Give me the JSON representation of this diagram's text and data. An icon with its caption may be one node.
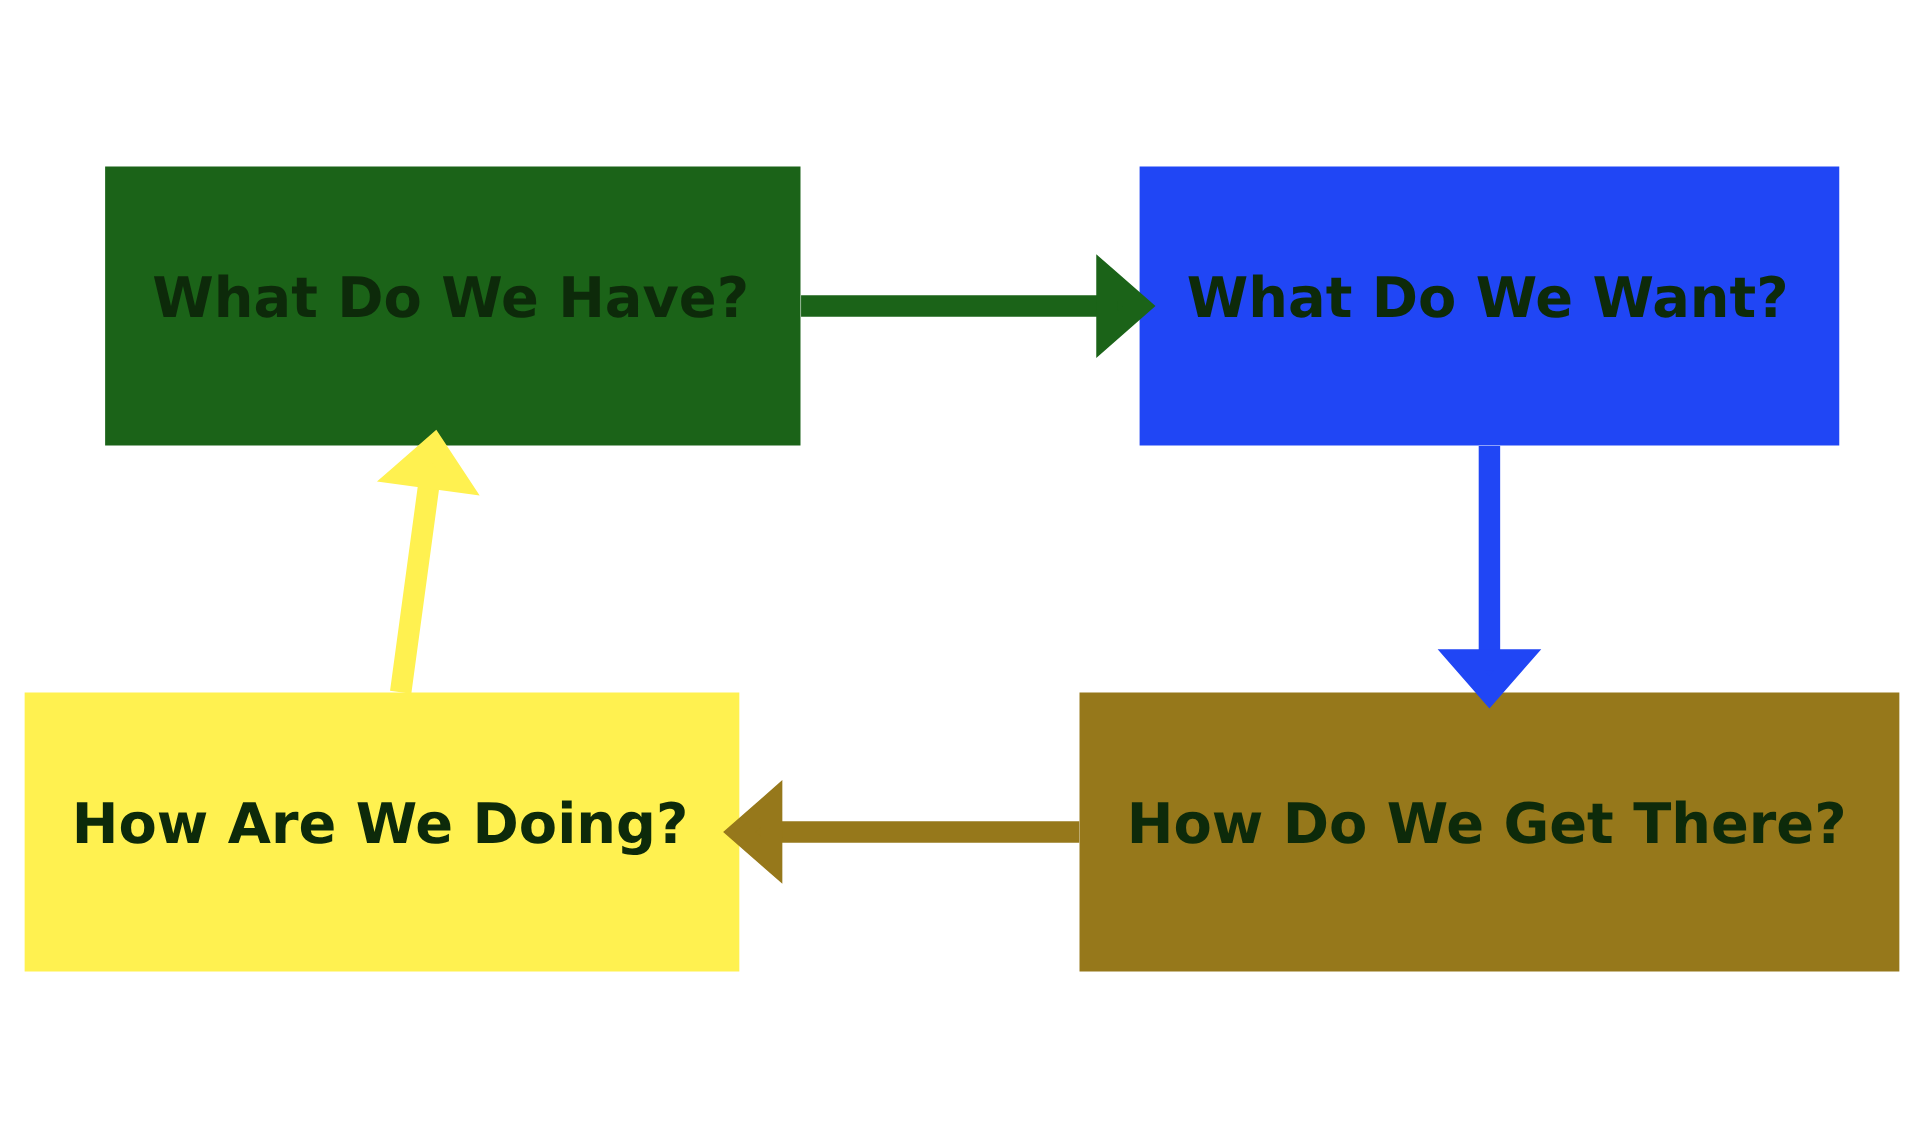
{
  "diagram": {
    "nodes": [
      {
        "text": [
          "What Do We Have?"
        ]
      },
      {
        "text": [
          "What Do We Want?"
        ]
      },
      {
        "text": [
          "How Do We Get There?"
        ]
      },
      {
        "text": [
          "How Are We Doing?"
        ]
      }
    ],
    "edges": [
      {
        "from": 0,
        "to": 1,
        "arrow": "to",
        "color": "#1b6318"
      },
      {
        "from": 1,
        "to": 2,
        "arrow": "to",
        "color": "#2046f5"
      },
      {
        "from": 2,
        "to": 3,
        "arrow": "to",
        "color": "#96781b"
      },
      {
        "from": 3,
        "to": 0,
        "arrow": "to",
        "color": "#fff150"
      }
    ]
  }
}
